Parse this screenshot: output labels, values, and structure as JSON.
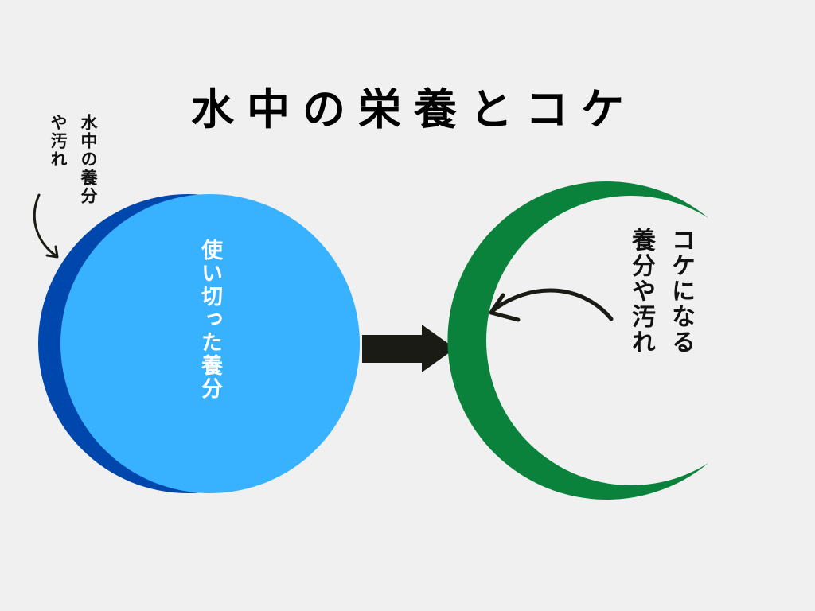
{
  "title": "水中の栄養とコケ",
  "small_note": "水中の養分\nや汚れ",
  "center_label": "使い切った養分",
  "right_label": "コケになる\n養分や汚れ",
  "colors": {
    "background": "#f0f0f1",
    "circle_dark_blue": "#0047ad",
    "circle_light_blue": "#38b1fe",
    "crescent_green": "#0a823b",
    "arrow_dark": "#1b1b16"
  },
  "icons": {
    "big_arrow": "arrow-right-icon",
    "curved_arrow_small": "curved-arrow-icon",
    "curved_arrow_right": "curved-arrow-icon"
  }
}
